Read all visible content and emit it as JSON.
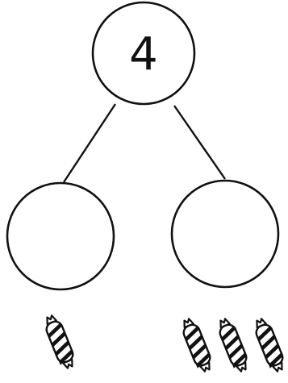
{
  "number_bond": {
    "whole": "4",
    "parts": [
      {
        "value": "",
        "candies": 1
      },
      {
        "value": "",
        "candies": 3
      }
    ]
  },
  "colors": {
    "ink": "#111111",
    "paper": "#ffffff"
  },
  "icons": {
    "candy": "wrapped-candy-icon"
  }
}
